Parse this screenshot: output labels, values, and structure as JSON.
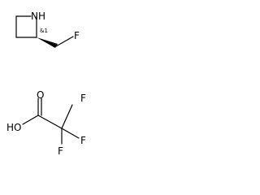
{
  "molecule_1": {
    "atom_nh": "NH",
    "stereo_label": "&1",
    "atom_f": "F"
  },
  "molecule_2": {
    "atom_ho": "HO",
    "atom_o": "O",
    "atom_f_top": "F",
    "atom_f_left": "F",
    "atom_f_right": "F"
  }
}
